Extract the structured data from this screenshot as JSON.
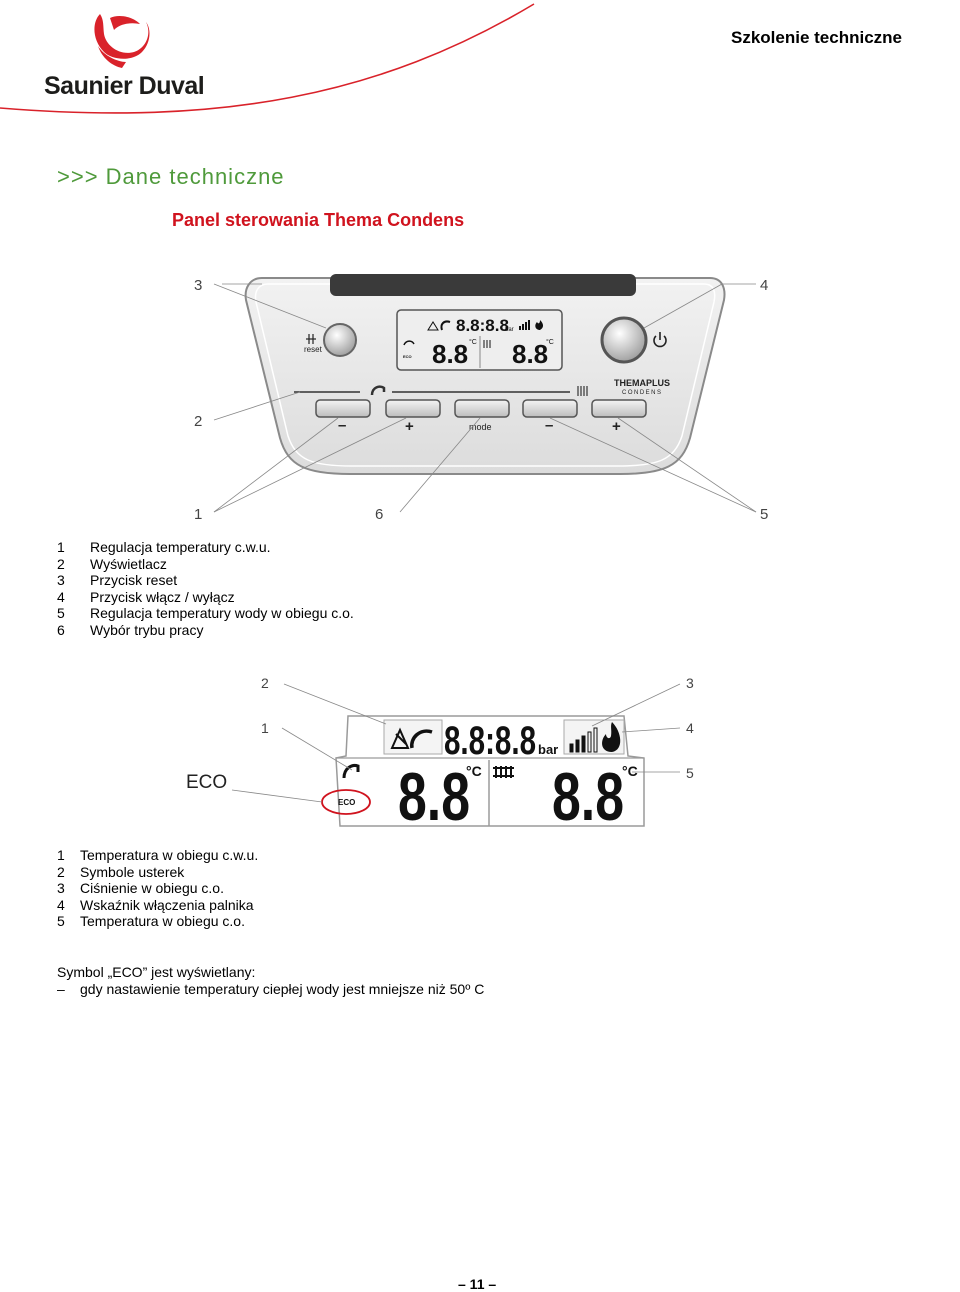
{
  "header": {
    "title": "Szkolenie techniczne",
    "brand": "Saunier Duval"
  },
  "section_title": ">>> Dane techniczne",
  "panel_title": "Panel sterowania Thema Condens",
  "panel": {
    "reset_label": "reset",
    "mode_label": "mode",
    "minus": "–",
    "plus": "+",
    "brand_line1": "THEMAPLUS",
    "brand_line2": "CONDENS",
    "display_top_digits": "8.8:8.8",
    "display_left_digits": "8.8",
    "display_right_digits": "8.8",
    "bar_unit": "bar",
    "celsius": "°C",
    "eco": "ECO"
  },
  "panel_callouts": [
    "1",
    "2",
    "3",
    "4",
    "5",
    "6"
  ],
  "panel_legend": [
    {
      "num": "1",
      "text": "Regulacja temperatury c.w.u."
    },
    {
      "num": "2",
      "text": "Wyświetlacz"
    },
    {
      "num": "3",
      "text": "Przycisk reset"
    },
    {
      "num": "4",
      "text": "Przycisk włącz / wyłącz"
    },
    {
      "num": "5",
      "text": "Regulacja temperatury wody w obiegu c.o."
    },
    {
      "num": "6",
      "text": "Wybór trybu pracy"
    }
  ],
  "display_callouts": [
    "1",
    "2",
    "3",
    "4",
    "5"
  ],
  "eco_label": "ECO",
  "display_legend": [
    {
      "num": "1",
      "text": "Temperatura w obiegu c.w.u."
    },
    {
      "num": "2",
      "text": "Symbole usterek"
    },
    {
      "num": "3",
      "text": "Ciśnienie w obiegu c.o."
    },
    {
      "num": "4",
      "text": "Wskaźnik włączenia palnika"
    },
    {
      "num": "5",
      "text": "Temperatura w obiegu c.o."
    }
  ],
  "note": {
    "intro": "Symbol „ECO” jest wyświetlany:",
    "bullet": "–",
    "item": "gdy nastawienie temperatury ciepłej wody jest mniejsze niż 50º C"
  },
  "page_number": "– 11 –",
  "colors": {
    "brand_red": "#d0131e",
    "section_green": "#4f9a3b",
    "logo_red": "#d9222a"
  }
}
